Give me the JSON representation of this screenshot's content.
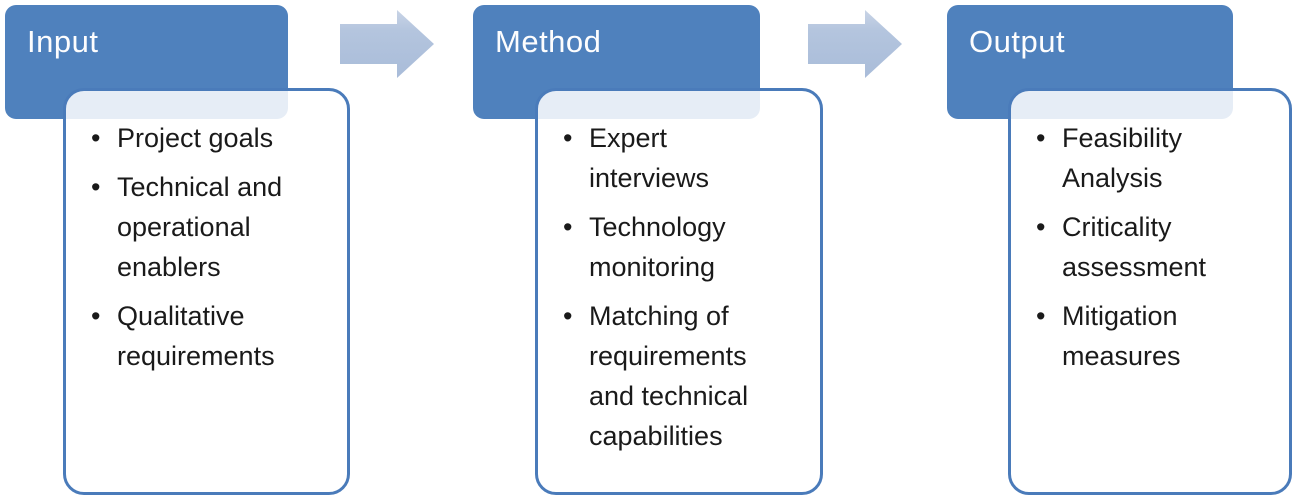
{
  "diagram": {
    "type": "process-flow",
    "accent_color": "#4f81bd",
    "body_border_color": "#4a7bba",
    "arrow_color": "#aec0db",
    "overlap_tint_color": "#e6edf6",
    "text_color": "#1a1a1a",
    "steps": [
      {
        "title": "Input",
        "bullets": [
          "Project goals",
          "Technical and\noperational\nenablers",
          "Qualitative\nrequirements"
        ]
      },
      {
        "title": "Method",
        "bullets": [
          "Expert\ninterviews",
          "Technology\nmonitoring",
          "Matching of\nrequirements\nand technical\ncapabilities"
        ]
      },
      {
        "title": "Output",
        "bullets": [
          "Feasibility\nAnalysis",
          "Criticality\nassessment",
          "Mitigation\nmeasures"
        ]
      }
    ]
  }
}
